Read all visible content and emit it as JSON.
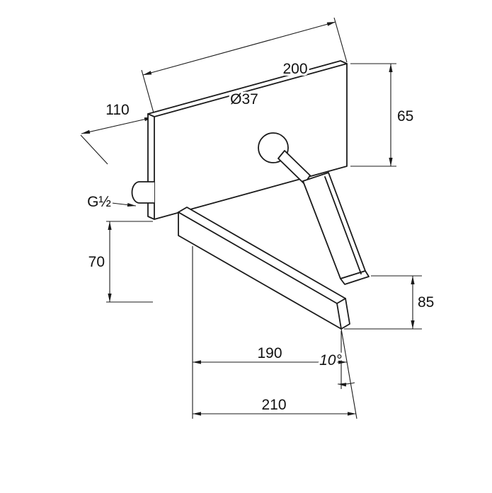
{
  "labels": {
    "plate_width": "200",
    "left_offset": "110",
    "escutcheon_diameter": "Ø37",
    "plate_height": "65",
    "connection_thread": "G½",
    "lower_offset": "70",
    "handle_drop": "85",
    "spout_projection": "190",
    "outlet_angle": "10°",
    "total_projection": "210"
  }
}
